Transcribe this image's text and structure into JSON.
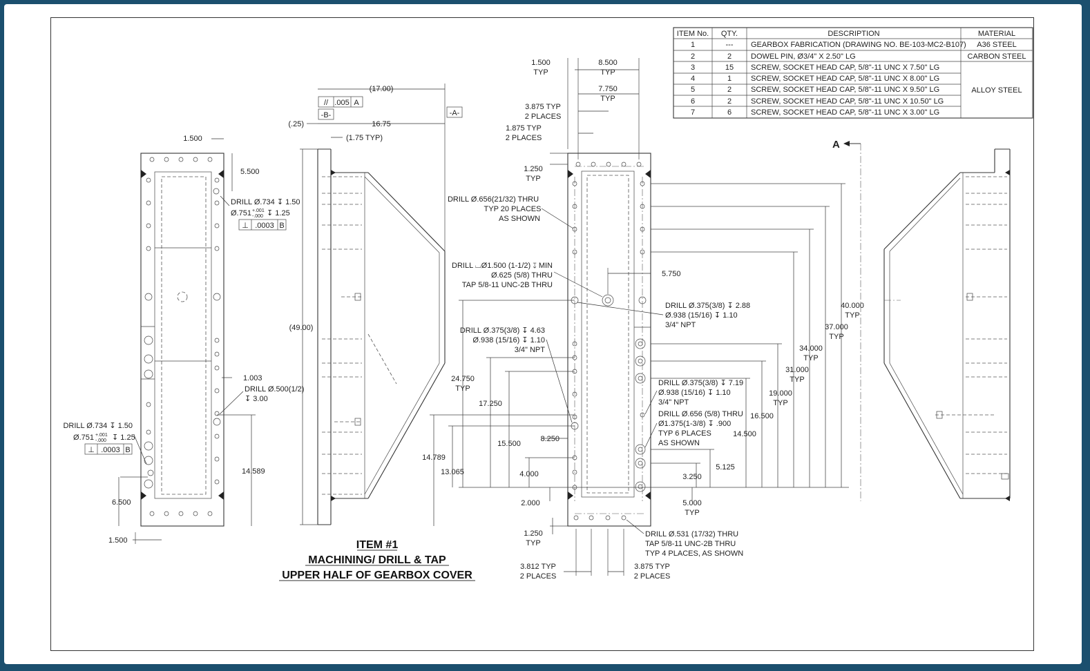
{
  "title": {
    "line1": "ITEM #1",
    "line2": "MACHINING/ DRILL & TAP",
    "line3": "UPPER HALF OF GEARBOX COVER"
  },
  "bom": {
    "headers": [
      "ITEM No.",
      "QTY.",
      "DESCRIPTION",
      "MATERIAL"
    ],
    "rows": [
      {
        "item": "1",
        "qty": "---",
        "desc": "GEARBOX FABRICATION (DRAWING NO. BE-103-MC2-B107)",
        "material": "A36 STEEL"
      },
      {
        "item": "2",
        "qty": "2",
        "desc": "DOWEL PIN, Ø3/4\" X 2.50\" LG",
        "material": "CARBON STEEL"
      },
      {
        "item": "3",
        "qty": "15",
        "desc": "SCREW, SOCKET HEAD CAP, 5/8\"-11 UNC X 7.50\" LG",
        "material": ""
      },
      {
        "item": "4",
        "qty": "1",
        "desc": "SCREW, SOCKET HEAD CAP, 5/8\"-11 UNC X 8.00\" LG",
        "material": ""
      },
      {
        "item": "5",
        "qty": "2",
        "desc": "SCREW, SOCKET HEAD CAP, 5/8\"-11 UNC X 9.50\" LG",
        "material": "ALLOY STEEL"
      },
      {
        "item": "6",
        "qty": "2",
        "desc": "SCREW, SOCKET HEAD CAP, 5/8\"-11 UNC X 10.50\" LG",
        "material": ""
      },
      {
        "item": "7",
        "qty": "6",
        "desc": "SCREW, SOCKET HEAD CAP, 5/8\"-11 UNC X 3.00\" LG",
        "material": ""
      }
    ]
  },
  "view_left": {
    "d_1500_top": "1.500",
    "d_5500": "5.500",
    "drill_734_a": "DRILL Ø.734 ↧ 1.50",
    "ream_751_a": "Ø.751",
    "ream_751_a_tol_up": "+.001",
    "ream_751_a_tol_dn": "-.000",
    "ream_751_a_depth": "↧ 1.25",
    "perp_a": ".0003",
    "perp_a_ref": "B",
    "d_1003": "1.003",
    "drill_500_line1": "DRILL Ø.500(1/2)",
    "drill_500_line2": "↧ 3.00",
    "drill_734_b": "DRILL Ø.734 ↧ 1.50",
    "ream_751_b": "Ø.751",
    "ream_751_b_tol_up": "+.001",
    "ream_751_b_tol_dn": "-.000",
    "ream_751_b_depth": "↧ 1.25",
    "perp_b": ".0003",
    "perp_b_ref": "B",
    "d_14589": "14.589",
    "d_6500": "6.500",
    "d_1500_bot": "1.500"
  },
  "view_side": {
    "d_17": "(17.00)",
    "par_tol": ".005",
    "par_ref": "A",
    "datum_b": "-B-",
    "datum_a": "-A-",
    "d_025": "(.25)",
    "d_1675": "16.75",
    "d_175": "(1.75 TYP)",
    "d_49": "(49.00)"
  },
  "view_center": {
    "d_1500_typ": [
      "1.500",
      "TYP"
    ],
    "d_8500_typ": [
      "8.500",
      "TYP"
    ],
    "d_7750_typ": [
      "7.750",
      "TYP"
    ],
    "d_3875_2pl": [
      "3.875 TYP",
      "2 PLACES"
    ],
    "d_1875_2pl": [
      "1.875 TYP",
      "2 PLACES"
    ],
    "d_1250_typ_top": [
      "1.250",
      "TYP"
    ],
    "drill_656_note": [
      "DRILL Ø.656(21/32) THRU",
      "TYP 20 PLACES",
      "AS SHOWN"
    ],
    "cbore_note": [
      "DRILL ⌴Ø1.500 (1-1/2) ↧ MIN",
      "Ø.625 (5/8) THRU",
      "TAP 5/8-11 UNC-2B THRU"
    ],
    "d_5750": "5.750",
    "npt_note_a": [
      "DRILL Ø.375(3/8) ↧ 2.88",
      "Ø.938 (15/16) ↧ 1.10",
      "3/4\" NPT"
    ],
    "npt_note_b": [
      "DRILL Ø.375(3/8) ↧ 4.63",
      "Ø.938 (15/16) ↧ 1.10",
      "3/4\" NPT"
    ],
    "npt_note_c": [
      "DRILL Ø.375(3/8) ↧ 7.19",
      "Ø.938 (15/16) ↧ 1.10",
      "3/4\" NPT"
    ],
    "drill_656_6pl": [
      "DRILL Ø.656 (5/8) THRU",
      "Ø1.375(1-3/8) ↧ .900",
      "TYP 6 PLACES",
      "AS SHOWN"
    ],
    "d_24750": [
      "24.750",
      "TYP"
    ],
    "d_17250": "17.250",
    "d_15500": "15.500",
    "d_14789": "14.789",
    "d_13065": "13.065",
    "d_8250": "8.250",
    "d_4000": "4.000",
    "d_2000": "2.000",
    "d_1250_typ_bot": [
      "1.250",
      "TYP"
    ],
    "d_3812_2pl": [
      "3.812 TYP",
      "2 PLACES"
    ],
    "d_3875_2pl_bot": [
      "3.875 TYP",
      "2 PLACES"
    ],
    "drill_531_note": [
      "DRILL Ø.531 (17/32) THRU",
      "TAP 5/8-11 UNC-2B THRU",
      "TYP 4 PLACES, AS SHOWN"
    ],
    "d_3250": "3.250",
    "d_5125": "5.125",
    "d_5000": [
      "5.000",
      "TYP"
    ],
    "d_14500": "14.500",
    "d_16500": "16.500",
    "d_19000": [
      "19.000",
      "TYP"
    ],
    "d_31000": [
      "31.000",
      "TYP"
    ],
    "d_34000": [
      "34.000",
      "TYP"
    ],
    "d_37000": [
      "37.000",
      "TYP"
    ],
    "d_40000": [
      "40.000",
      "TYP"
    ],
    "section_mark": "A"
  }
}
